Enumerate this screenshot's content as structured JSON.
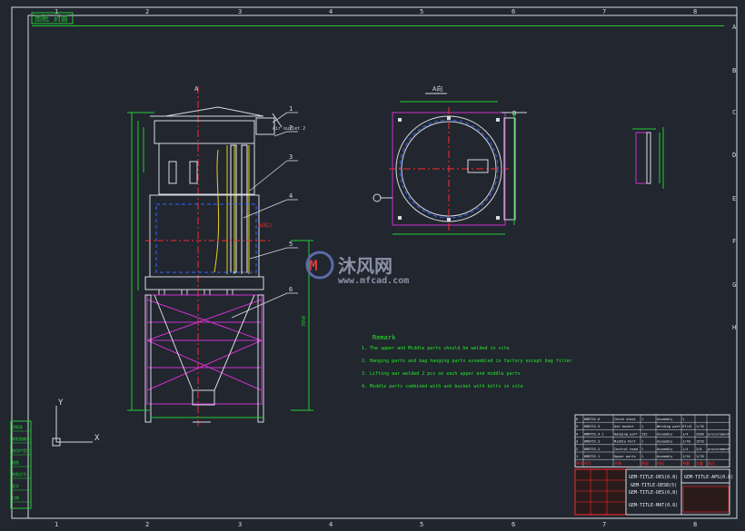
{
  "colors": {
    "background": "#21262f",
    "frame": "#d8dbe0",
    "green_dims": "#22cc33",
    "magenta": "#cc33cc",
    "blue_dashed": "#3366ff",
    "yellow": "#e8d31a",
    "red": "#ff2a2a",
    "remark_green": "#22ee22",
    "white": "#f0f0f0"
  },
  "title_stamp": "图纸 封面",
  "column_numbers": [
    "1",
    "2",
    "3",
    "4",
    "5",
    "6",
    "7",
    "8"
  ],
  "row_letters": [
    "A",
    "B",
    "C",
    "D",
    "E",
    "F",
    "G",
    "H"
  ],
  "views": {
    "section_a": "A",
    "view_a_label": "A向",
    "view_b_label": "B",
    "air_inlet_label": "Air outlet 2",
    "middle_label": "出风口",
    "height_dim": "7050"
  },
  "callouts": [
    "1",
    "2",
    "3",
    "4",
    "5",
    "6"
  ],
  "remark": {
    "title": "Remark",
    "items": [
      "1. The upper and Middle parts should be welded in site",
      "2. Hanging parts and bag hanging parts assembled in factory except bag filter",
      "3. Lifting ear welded 2 pcs on each upper and middle parts",
      "4. Middle parts combined with ash bucket with bolts in site"
    ]
  },
  "watermark": {
    "brand": "沐风网",
    "url": "www.mfcad.com"
  },
  "axis": {
    "x": "X",
    "y": "Y"
  },
  "left_strip": [
    "明细表",
    "装配图编号",
    "借用件登记",
    "描图",
    "底图总号",
    "签字",
    "日期"
  ],
  "bom": {
    "rows": [
      {
        "no": "6",
        "code": "KMDT52.6",
        "name": "Check stool",
        "qty": "1",
        "type": "Assembly",
        "w1": "1",
        "w2": "",
        "note": ""
      },
      {
        "no": "5",
        "code": "KMDT52.5",
        "name": "Ash bucket",
        "qty": "1",
        "type": "Welding part",
        "w1": "HT/dl",
        "w2": "1/78",
        "note": ""
      },
      {
        "no": "4",
        "code": "KMDT52.4.1",
        "name": "Hanging part",
        "qty": "152",
        "type": "Assembly",
        "w1": "1/4",
        "w2": "2508",
        "note": "procurement"
      },
      {
        "no": "3",
        "code": "KMDT52.3",
        "name": "Middle Part",
        "qty": "1",
        "type": "Assembly",
        "w1": "1/78",
        "w2": "1578",
        "note": ""
      },
      {
        "no": "2",
        "code": "KMDT52.2",
        "name": "Control head",
        "qty": "1",
        "type": "Assembly",
        "w1": "1/4",
        "w2": "3/8",
        "note": "procurement"
      },
      {
        "no": "1",
        "code": "KMDT52.1",
        "name": "Upper parts",
        "qty": "1",
        "type": "Assembly",
        "w1": "1/34",
        "w2": "1/78",
        "note": ""
      }
    ],
    "header": [
      "序号",
      "代号",
      "名称",
      "数量",
      "材料",
      "单重",
      "总重",
      "备注"
    ]
  },
  "title_block": {
    "line1": "GEM-TITLE-DES(0.8)",
    "line2": "GEM-TITLE-DESB(5)",
    "line3": "GEM-TITLE-DES(0,8)",
    "line4": "GEM-TITLE-MAT(0.8)",
    "right_top": "GEM-TITLE-APS(0.8)"
  }
}
